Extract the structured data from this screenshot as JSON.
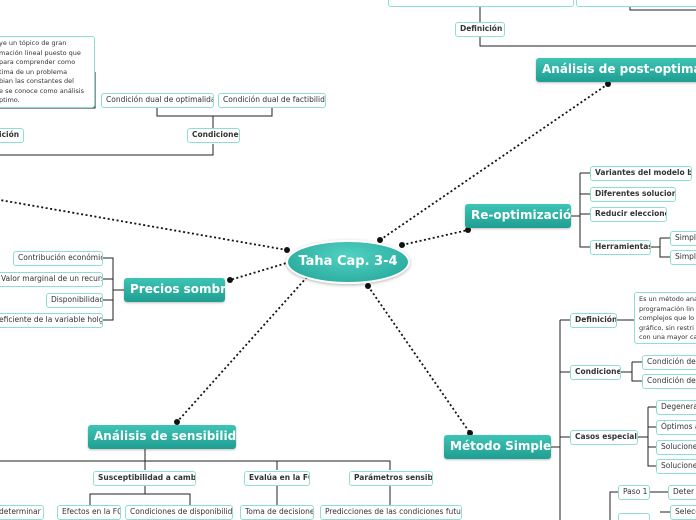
{
  "central": "Taha Cap. 3-4",
  "topics": {
    "post_opt": "Análisis de post-optimalid",
    "reopt": "Re-optimización",
    "precios": "Precios sombra",
    "sensibilidad": "Análisis de sensibilidad",
    "simplex": "Método Simplex"
  },
  "post_opt": {
    "definicion": "Definición"
  },
  "left_top": {
    "paragraph": "ye un tópico de gran\nmación lineal puesto que\npara comprender como\ntima de un problema\nbian las constantes del\ne se conoce como análisis\nptimo.",
    "definicion": "ición",
    "condiciones": "Condiciones",
    "cond_dual_opt": "Condición dual de optimalidad.",
    "cond_dual_fact": "Condición dual de factibilidad."
  },
  "reopt": {
    "variantes": "Variantes del modelo base",
    "diferentes": "Diferentes soluciones",
    "reducir": "Reducir elecciones",
    "herramientas": "Herramientas",
    "simple1": "Simple",
    "simple2": "Simple"
  },
  "precios": {
    "contribucion": "Contribución económica",
    "valor_marginal": "Valor marginal de un recurso",
    "disponibilidad": "Disponibilidad",
    "coef_holgura": "eficiente de la variable holgura"
  },
  "sensibilidad": {
    "susceptibilidad": "Susceptibilidad a cambios",
    "evalua": "Evalúa en la FO",
    "parametros": "Parámetros sensibles",
    "determinar": "determinar",
    "efectos": "Efectos en la FO",
    "cond_disp": "Condiciones de disponibilidad",
    "toma": "Toma de decisiones",
    "predicciones": "Predicciones de las condiciones futuras"
  },
  "simplex": {
    "definicion": "Definición",
    "def_text": "Es un método ana\nprogramación lin\ncomplejos que lo\ngráfico, sin restri\ncon una mayor ca",
    "condiciones": "Condiciones",
    "cond1": "Condición de o",
    "cond2": "Condición de fa",
    "casos": "Casos especiales",
    "caso1": "Degenerac",
    "caso2": "Óptimos a",
    "caso3": "Soluciones",
    "caso4": "Solucione",
    "paso1": "Paso 1",
    "paso1_val": "Deter",
    "paso2_val": "Selecc"
  }
}
